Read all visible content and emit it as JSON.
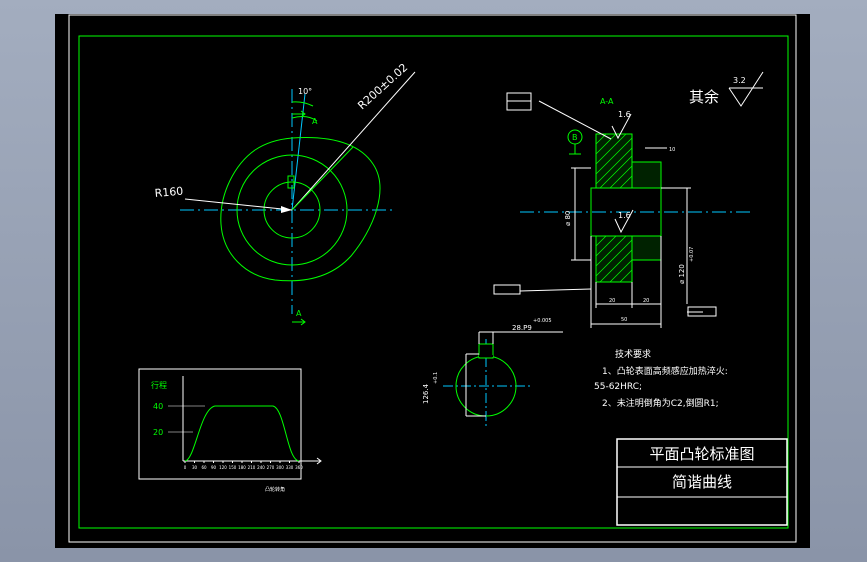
{
  "drawing": {
    "title_block": {
      "title": "平面凸轮标准图",
      "subtitle": "简谐曲线"
    },
    "surface_finish": {
      "label": "其余",
      "value": "3.2"
    },
    "section": {
      "label": "A-A",
      "roughness_1": "1.6",
      "roughness_2": "1.6",
      "datum": "B",
      "diameter_bore": "⌀ 80",
      "diameter_hub": "⌀ 120",
      "tol_hub": "+0.07",
      "dim_width": "50",
      "dim_w1": "20",
      "dim_w2": "20",
      "dim_right": "10"
    },
    "cam": {
      "radius_label": "R160",
      "radius2_label": "R200±0.02",
      "angle_label": "10°",
      "section_marker_top": "A",
      "section_marker_bottom": "A"
    },
    "keyway": {
      "width_label": "28.P9",
      "width_tol": "+0.005",
      "height_label": "126.4",
      "height_tol": "+0.1"
    },
    "tech_requirements": {
      "heading": "技术要求",
      "item1": "1、凸轮表面高频感应加热淬火:",
      "item1b": "55-62HRC;",
      "item2": "2、未注明倒角为C2,倒圆R1;"
    },
    "graph": {
      "y_title": "行程",
      "y40": "40",
      "y20": "20",
      "x_caption": "凸轮转角",
      "x_ticks": [
        "0",
        "30",
        "60",
        "90",
        "120",
        "150",
        "180",
        "210",
        "240",
        "270",
        "300",
        "330",
        "360"
      ]
    }
  }
}
